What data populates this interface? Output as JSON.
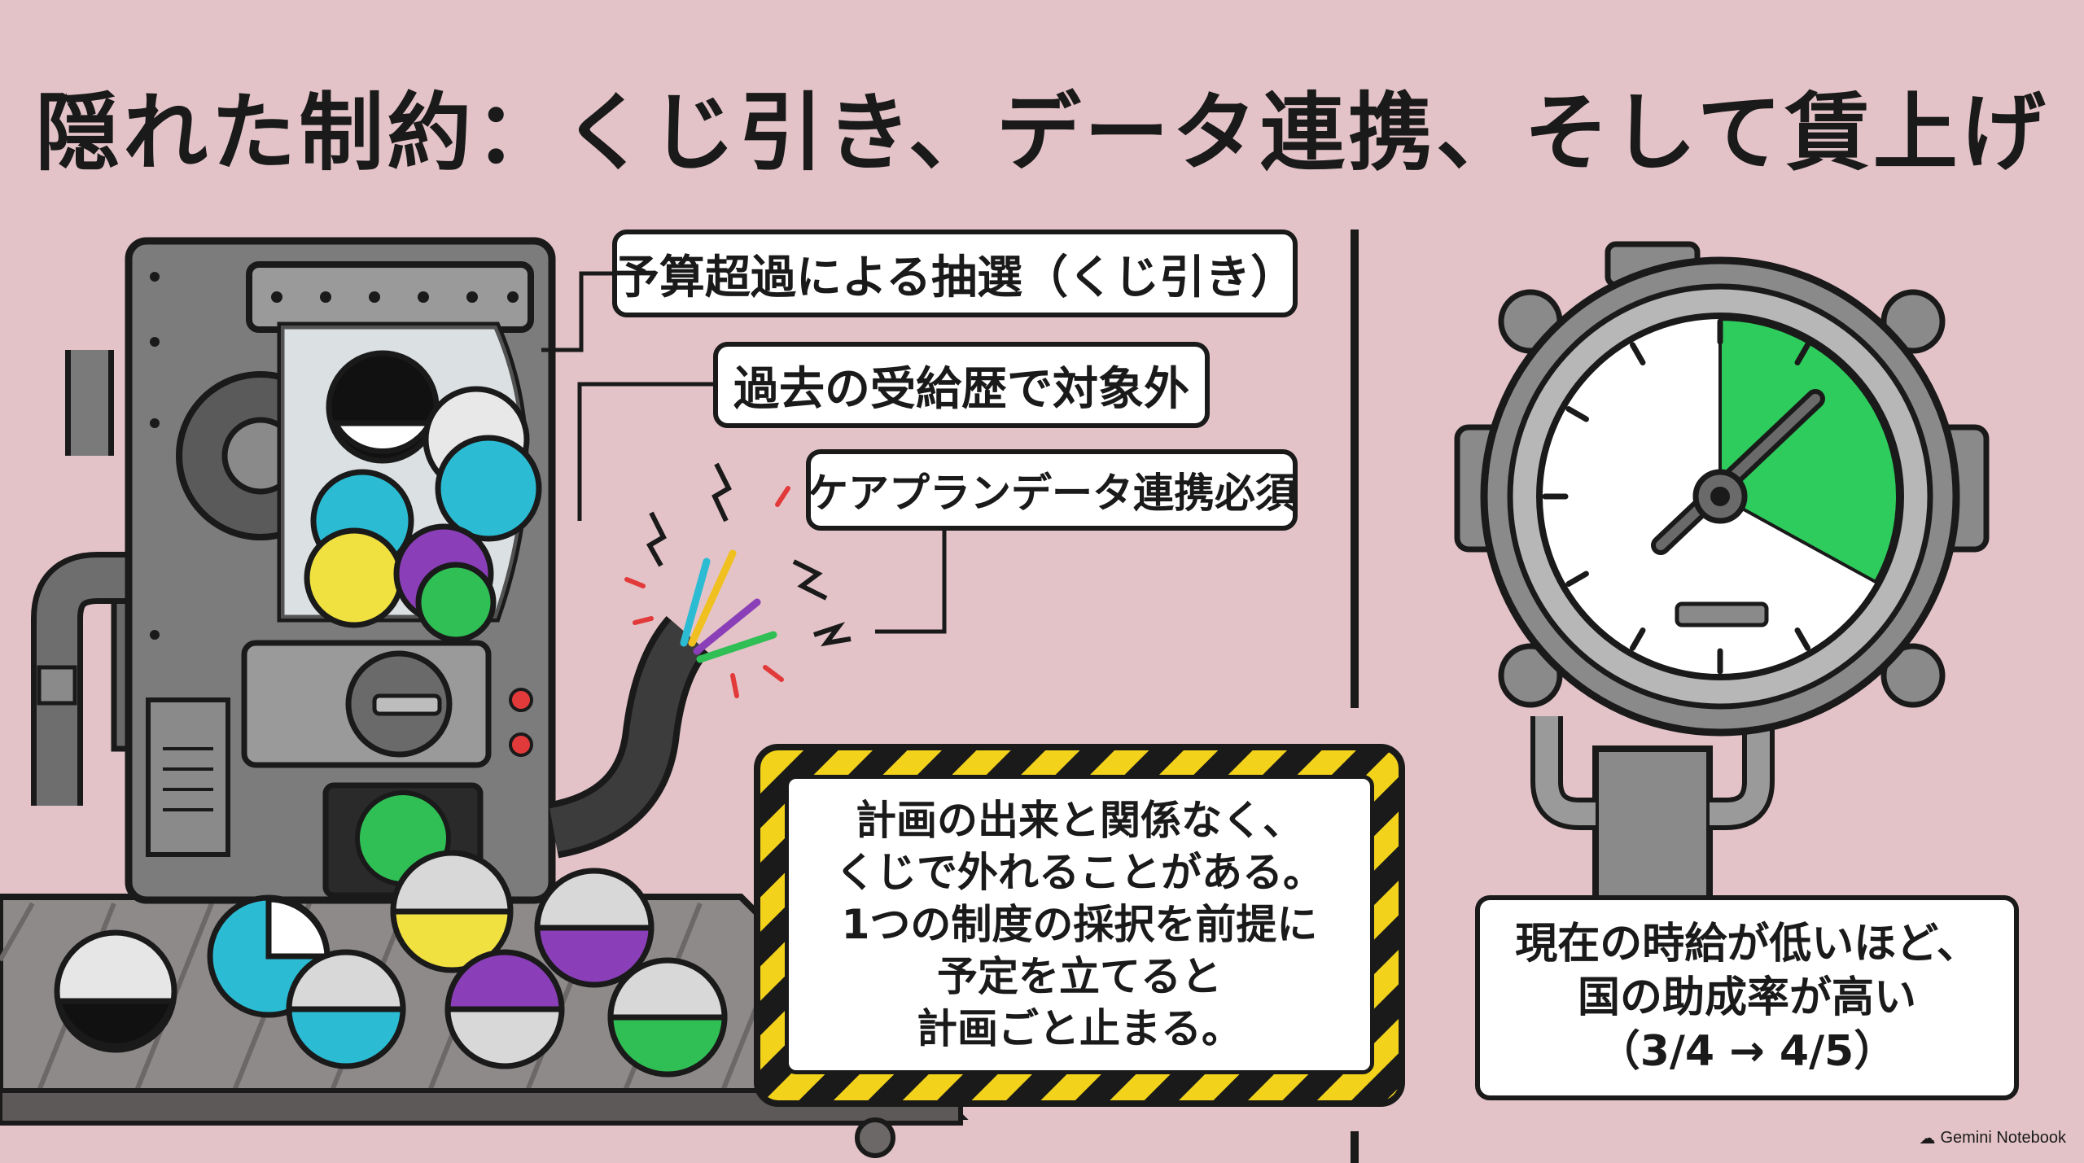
{
  "title": "隠れた制約：くじ引き、データ連携、そして賃上げ",
  "labels": {
    "lottery": "予算超過による抽選（くじ引き）",
    "past_benefit": "過去の受給歴で対象外",
    "care_plan": "ケアプランデータ連携必須"
  },
  "warning": {
    "lines": [
      "計画の出来と関係なく、",
      "くじで外れることがある。",
      "1つの制度の採択を前提に",
      "予定を立てると",
      "計画ごと止まる。"
    ]
  },
  "gauge_info": {
    "lines": [
      "現在の時給が低いほど、",
      "国の助成率が高い",
      "（3/4 → 4/5）"
    ]
  },
  "gauge": {
    "green_fraction": 0.33
  },
  "brand": "Gemini Notebook",
  "colors": {
    "background": "#e3c3c8",
    "gauge_green": "#2ecc5c",
    "hazard_yellow": "#f2d21b",
    "capsule_cyan": "#2bbcd4",
    "capsule_purple": "#8a3fb8",
    "capsule_yellow": "#f0e040",
    "capsule_green": "#2fbf55"
  }
}
